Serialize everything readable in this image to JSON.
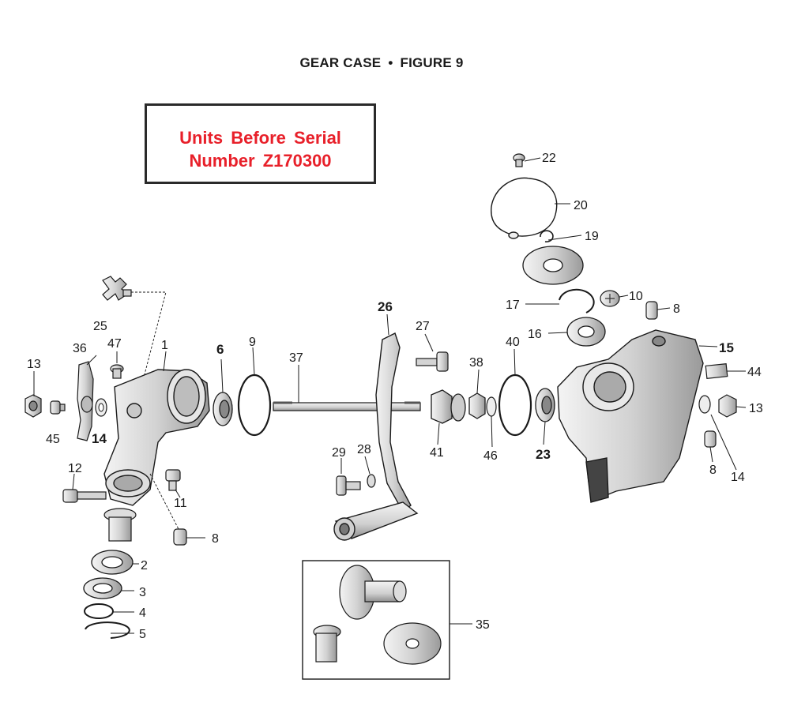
{
  "figure": {
    "title_main": "GEAR CASE",
    "title_sep": "•",
    "title_fig": "FIGURE 9"
  },
  "notice": {
    "line1": "Units Before Serial",
    "line2": "Number Z170300"
  },
  "callouts": {
    "p1": "1",
    "p2": "2",
    "p3": "3",
    "p4": "4",
    "p5": "5",
    "p6": "6",
    "p8a": "8",
    "p8b": "8",
    "p8c": "8",
    "p9": "9",
    "p10": "10",
    "p11": "11",
    "p12": "12",
    "p13a": "13",
    "p13b": "13",
    "p14a": "14",
    "p14b": "14",
    "p15": "15",
    "p16": "16",
    "p17": "17",
    "p19": "19",
    "p20": "20",
    "p22": "22",
    "p23": "23",
    "p25": "25",
    "p26": "26",
    "p27": "27",
    "p28": "28",
    "p29": "29",
    "p35": "35",
    "p36": "36",
    "p37": "37",
    "p38": "38",
    "p40": "40",
    "p41": "41",
    "p44": "44",
    "p45": "45",
    "p46": "46",
    "p47": "47"
  },
  "colors": {
    "notice_text": "#e8202a",
    "line": "#1a1a1a",
    "part_fill": "#e6e6e6",
    "part_dark": "#555555"
  }
}
